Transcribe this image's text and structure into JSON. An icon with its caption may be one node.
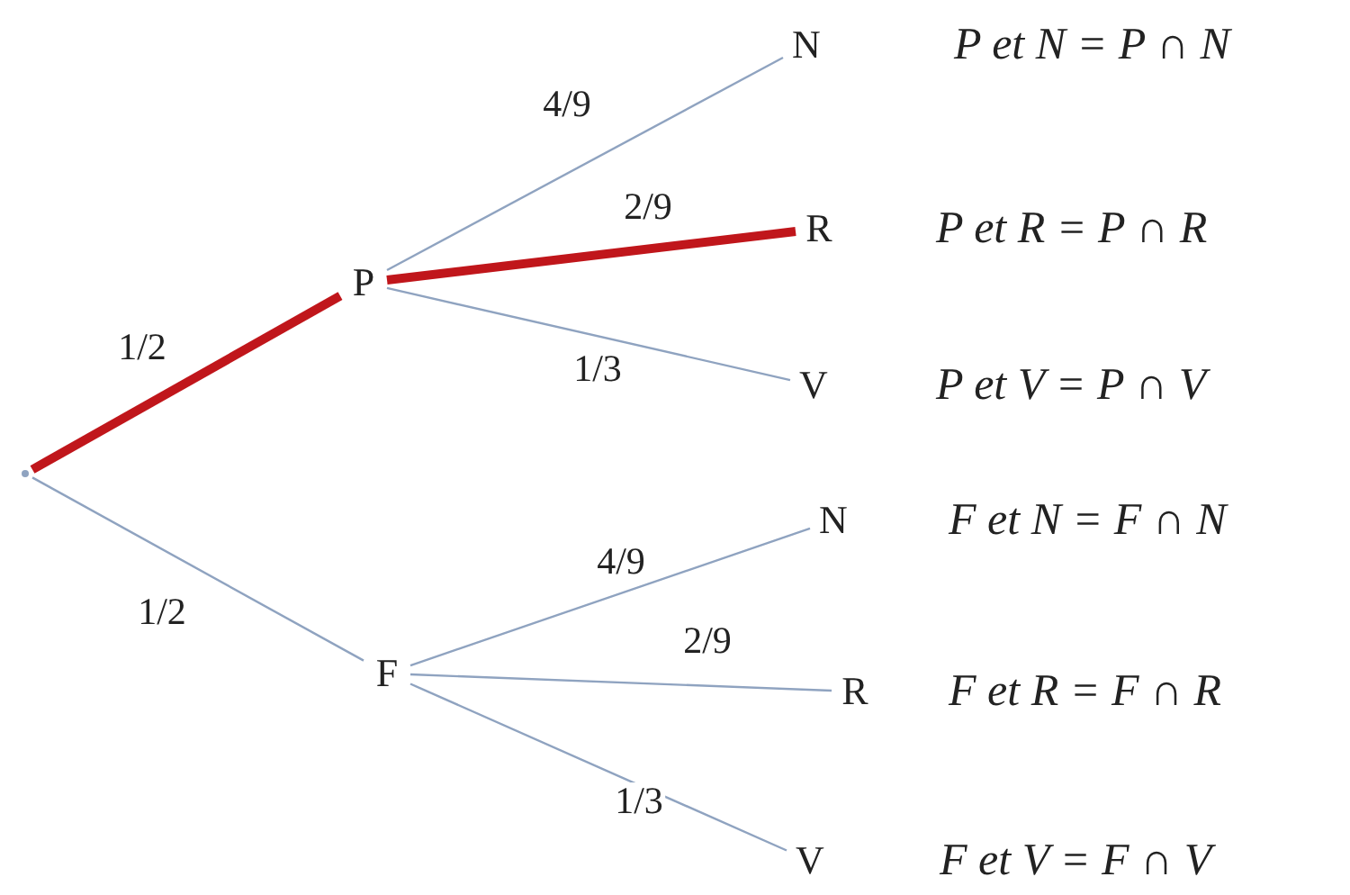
{
  "diagram": {
    "nodes": [
      {
        "text": [],
        "shape": "point"
      },
      {
        "text": [
          "P"
        ]
      },
      {
        "text": [
          "F"
        ]
      },
      {
        "text": [
          "N"
        ],
        "beside": [
          "P et N = P ∩ N"
        ]
      },
      {
        "text": [
          "R"
        ],
        "beside": [
          "P et R = P ∩ R"
        ]
      },
      {
        "text": [
          "V"
        ],
        "beside": [
          "P et V = P ∩ V"
        ]
      },
      {
        "text": [
          "N"
        ],
        "beside": [
          "F et N = F ∩ N"
        ]
      },
      {
        "text": [
          "R"
        ],
        "beside": [
          "F et R = F ∩ R"
        ]
      },
      {
        "text": [
          "V"
        ],
        "beside": [
          "F et V = F ∩ V"
        ]
      }
    ],
    "edges": [
      {
        "from": 0,
        "to": 1,
        "arrow": "none",
        "label": "1/2",
        "style": "thick",
        "color": "#c0161b"
      },
      {
        "from": 0,
        "to": 2,
        "arrow": "none",
        "label": "1/2"
      },
      {
        "from": 1,
        "to": 3,
        "arrow": "none",
        "label": "4/9"
      },
      {
        "from": 1,
        "to": 4,
        "arrow": "none",
        "label": "2/9",
        "style": "thick",
        "color": "#c0161b"
      },
      {
        "from": 1,
        "to": 5,
        "arrow": "none",
        "label": "1/3"
      },
      {
        "from": 2,
        "to": 6,
        "arrow": "none",
        "label": "4/9"
      },
      {
        "from": 2,
        "to": 7,
        "arrow": "none",
        "label": "2/9"
      },
      {
        "from": 2,
        "to": 8,
        "arrow": "none",
        "label": "1/3"
      }
    ]
  }
}
